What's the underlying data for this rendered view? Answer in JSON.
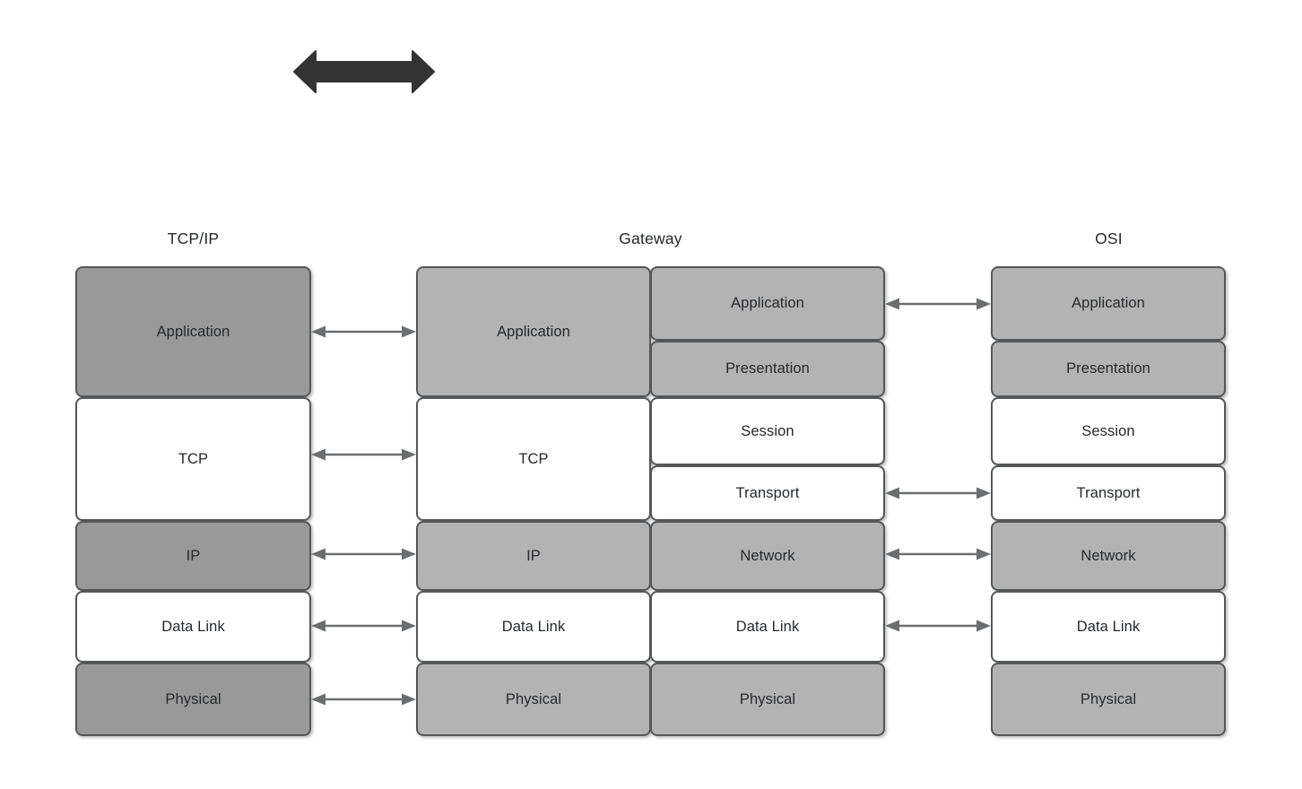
{
  "diagram": {
    "title_top_arrow": "bidirectional-communication-arrow",
    "colors": {
      "stroke": "#555759",
      "fill_dark_gray": "#999999",
      "fill_mid_gray": "#b3b3b3",
      "fill_white": "#ffffff",
      "arrow_block": "#333333",
      "connector": "#6b6d6f",
      "text": "#26282b"
    }
  },
  "columns": [
    {
      "id": "tcpip",
      "heading": "TCP/IP",
      "layers": [
        {
          "label": "Application",
          "fill": "dark"
        },
        {
          "label": "TCP",
          "fill": "white"
        },
        {
          "label": "IP",
          "fill": "dark"
        },
        {
          "label": "Data Link",
          "fill": "white"
        },
        {
          "label": "Physical",
          "fill": "dark"
        }
      ]
    },
    {
      "id": "gateway",
      "heading": "Gateway",
      "left_layers": [
        {
          "label": "Application",
          "fill": "mid"
        },
        {
          "label": "TCP",
          "fill": "white"
        },
        {
          "label": "IP",
          "fill": "mid"
        },
        {
          "label": "Data Link",
          "fill": "white"
        },
        {
          "label": "Physical",
          "fill": "mid"
        }
      ],
      "right_layers": [
        {
          "label": "Application",
          "fill": "mid"
        },
        {
          "label": "Presentation",
          "fill": "mid"
        },
        {
          "label": "Session",
          "fill": "white"
        },
        {
          "label": "Transport",
          "fill": "white"
        },
        {
          "label": "Network",
          "fill": "mid"
        },
        {
          "label": "Data Link",
          "fill": "white"
        },
        {
          "label": "Physical",
          "fill": "mid"
        }
      ]
    },
    {
      "id": "osi",
      "heading": "OSI",
      "layers": [
        {
          "label": "Application",
          "fill": "mid"
        },
        {
          "label": "Presentation",
          "fill": "mid"
        },
        {
          "label": "Session",
          "fill": "white"
        },
        {
          "label": "Transport",
          "fill": "white"
        },
        {
          "label": "Network",
          "fill": "mid"
        },
        {
          "label": "Data Link",
          "fill": "white"
        },
        {
          "label": "Physical",
          "fill": "mid"
        }
      ]
    }
  ],
  "connectors": {
    "left_group": [
      "Application",
      "TCP",
      "IP",
      "Data Link",
      "Physical"
    ],
    "right_group": [
      "Application",
      "Transport",
      "Network",
      "Data Link"
    ]
  }
}
